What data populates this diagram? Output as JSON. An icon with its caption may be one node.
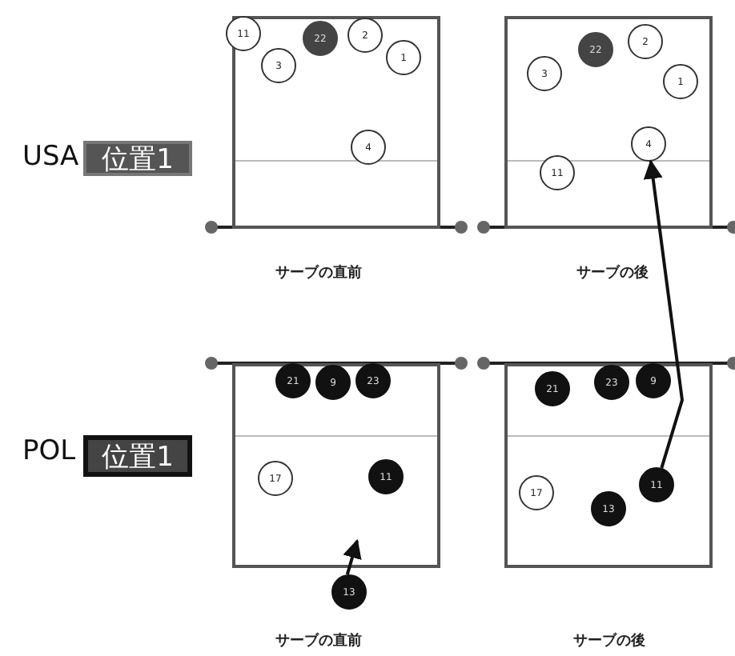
{
  "diagram": {
    "nodes": [
      {
        "text": [
          "位置1"
        ],
        "beside": [
          "USA"
        ]
      },
      {
        "text": [],
        "shape": "box",
        "beside": [
          "サーブの直前"
        ]
      },
      {
        "text": [
          "11"
        ],
        "in": 1
      },
      {
        "text": [
          "3"
        ],
        "in": 1
      },
      {
        "text": [
          "22"
        ],
        "in": 1
      },
      {
        "text": [
          "2"
        ],
        "in": 1
      },
      {
        "text": [
          "1"
        ],
        "in": 1
      },
      {
        "text": [
          "4"
        ],
        "in": 1
      },
      {
        "text": [],
        "shape": "box",
        "beside": [
          "サーブの後"
        ]
      },
      {
        "text": [
          "22"
        ],
        "in": 8
      },
      {
        "text": [
          "2"
        ],
        "in": 8
      },
      {
        "text": [
          "3"
        ],
        "in": 8
      },
      {
        "text": [
          "1"
        ],
        "in": 8
      },
      {
        "text": [
          "4"
        ],
        "in": 8
      },
      {
        "text": [
          "11"
        ],
        "in": 8
      },
      {
        "text": [
          "位置1"
        ],
        "beside": [
          "POL"
        ]
      },
      {
        "text": [],
        "shape": "box"
      },
      {
        "text": [
          "21"
        ],
        "in": 16
      },
      {
        "text": [
          "9"
        ],
        "in": 16
      },
      {
        "text": [
          "23"
        ],
        "in": 16
      },
      {
        "text": [
          "17"
        ],
        "in": 16
      },
      {
        "text": [
          "11"
        ],
        "in": 16
      },
      {
        "text": [
          "13"
        ]
      },
      {
        "text": [],
        "shape": "box"
      },
      {
        "text": [
          "21"
        ],
        "in": 23
      },
      {
        "text": [
          "23"
        ],
        "in": 23
      },
      {
        "text": [
          "9"
        ],
        "in": 23
      },
      {
        "text": [
          "17"
        ],
        "in": 23
      },
      {
        "text": [
          "13"
        ],
        "in": 23
      },
      {
        "text": [
          "11"
        ],
        "in": 23
      }
    ],
    "edges": [
      {
        "from": 22,
        "to": 16,
        "arrow": "to"
      },
      {
        "from": 29,
        "to": 13,
        "arrow": "to"
      }
    ],
    "labels": [
      "サーブの直前",
      "サーブの後"
    ]
  }
}
